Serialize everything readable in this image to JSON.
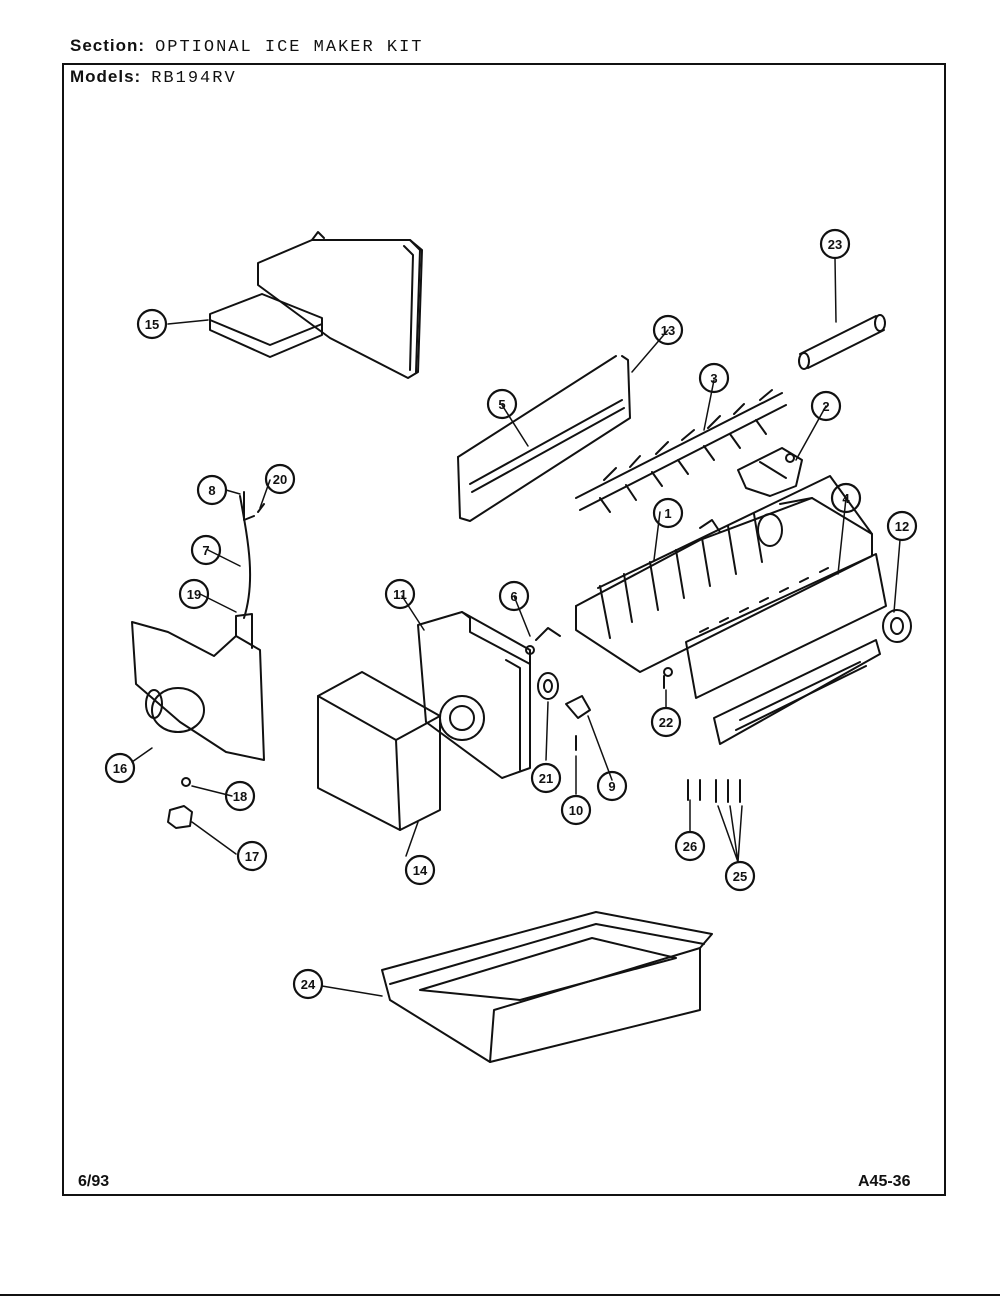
{
  "header": {
    "section_label": "Section:",
    "section_value": "OPTIONAL ICE MAKER KIT",
    "models_label": "Models:",
    "models_value": "RB194RV"
  },
  "footer": {
    "date": "6/93",
    "page_code": "A45-36"
  },
  "callouts": [
    "1",
    "2",
    "3",
    "4",
    "5",
    "6",
    "7",
    "8",
    "9",
    "10",
    "11",
    "12",
    "13",
    "14",
    "15",
    "16",
    "17",
    "18",
    "19",
    "20",
    "21",
    "22",
    "23",
    "24",
    "25",
    "26"
  ],
  "colors": {
    "ink": "#111111",
    "paper": "#ffffff"
  }
}
